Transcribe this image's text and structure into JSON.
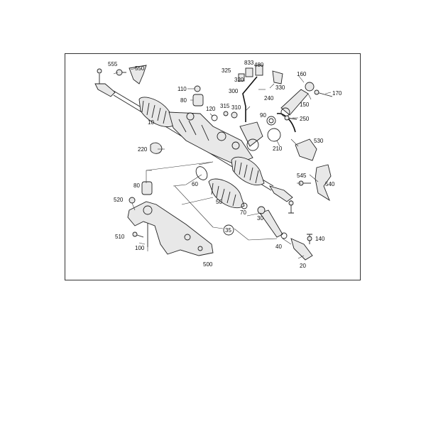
{
  "diagram": {
    "callouts": [
      "555",
      "550",
      "833",
      "325",
      "480",
      "320",
      "330",
      "160",
      "170",
      "110",
      "300",
      "240",
      "80",
      "150",
      "120",
      "315",
      "310",
      "90",
      "250",
      "10",
      "530",
      "220",
      "210",
      "545",
      "80",
      "540",
      "60",
      "520",
      "50",
      "70",
      "510",
      "35",
      "30",
      "140",
      "100",
      "40",
      "500",
      "20"
    ]
  }
}
